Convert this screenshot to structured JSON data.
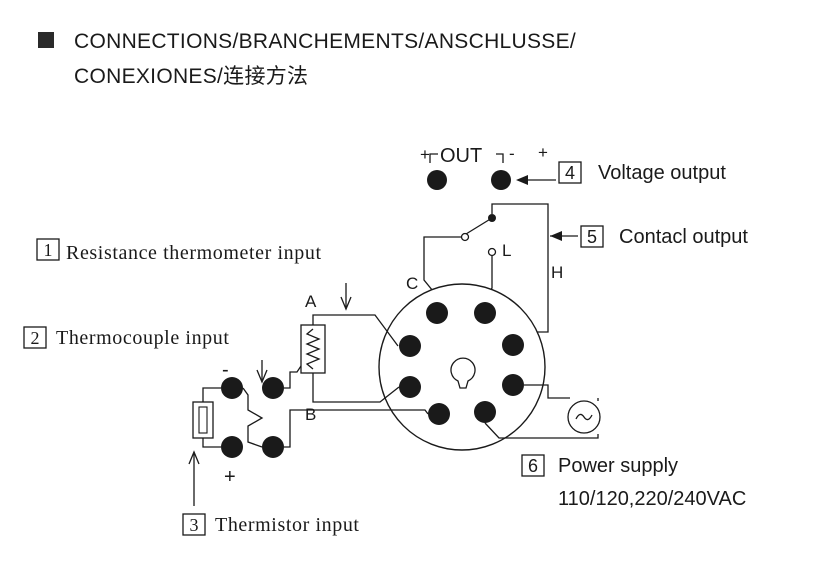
{
  "heading": {
    "line1": "CONNECTIONS/BRANCHEMENTS/ANSCHLUSSE/",
    "line2": "CONEXIONES/连接方法"
  },
  "out_block": {
    "plus_left": "+",
    "out_label": "OUT",
    "minus_right": "-",
    "plus_right": "+"
  },
  "items": [
    {
      "num": "1",
      "label": "Resistance thermometer input"
    },
    {
      "num": "2",
      "label": "Thermocouple input"
    },
    {
      "num": "3",
      "label": "Thermistor input"
    },
    {
      "num": "4",
      "label": "Voltage output"
    },
    {
      "num": "5",
      "label": "Contacl output"
    },
    {
      "num": "6",
      "label": "Power supply"
    }
  ],
  "power_rating": "110/120,220/240VAC",
  "terminal_letters": {
    "c": "C",
    "l": "L",
    "h": "H",
    "a": "A",
    "b": "B"
  },
  "polarity": {
    "minus": "-",
    "plus": "+"
  },
  "colors": {
    "ink": "#1a1a1a",
    "background": "#ffffff"
  }
}
